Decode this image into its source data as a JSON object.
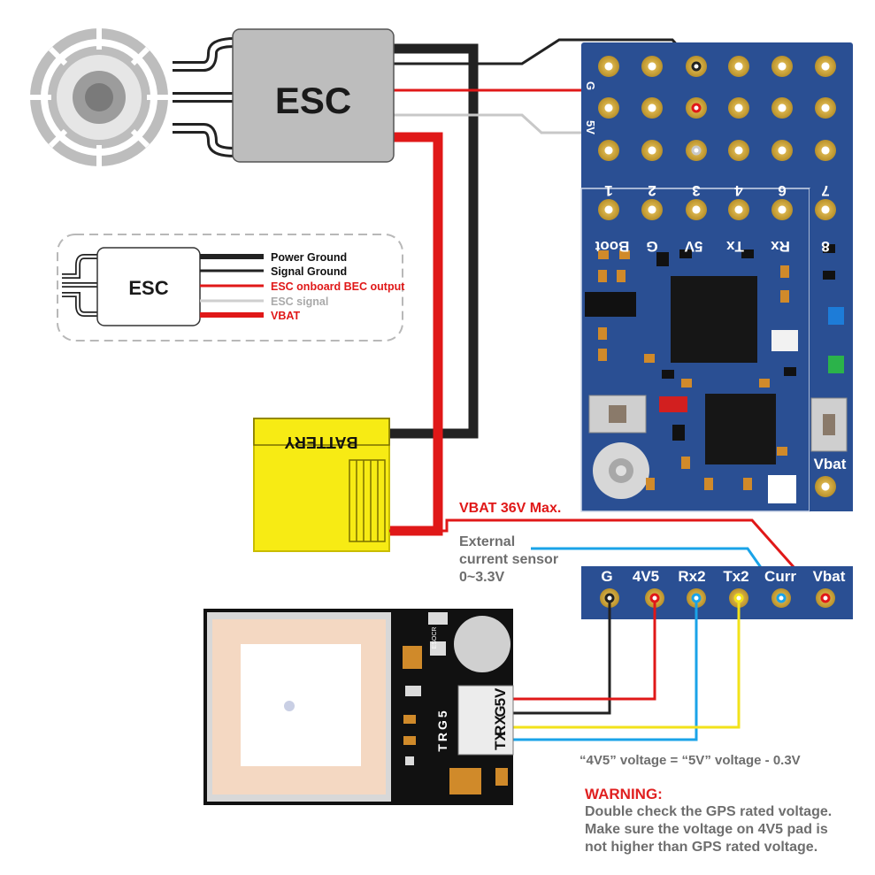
{
  "esc_main": {
    "label": "ESC"
  },
  "esc_legend": {
    "label": "ESC",
    "items": [
      {
        "text": "Power Ground",
        "color": "#111111"
      },
      {
        "text": "Signal Ground",
        "color": "#111111"
      },
      {
        "text": "ESC onboard BEC output",
        "color": "#e01818"
      },
      {
        "text": "ESC signal",
        "color": "#aaaaaa"
      },
      {
        "text": "VBAT",
        "color": "#e01818"
      }
    ]
  },
  "battery": {
    "label": "BATTERY"
  },
  "fc_board": {
    "pins_row_top_labels": [
      "1",
      "2",
      "3",
      "4",
      "6",
      "7"
    ],
    "pins_row_mid_labels": [
      "Boot",
      "G",
      "5V",
      "Tx",
      "Rx",
      "8"
    ],
    "side_label_g": "G",
    "side_label_5v": "5V",
    "vbat_label": "Vbat"
  },
  "bottom_header": {
    "labels": [
      "G",
      "4V5",
      "Rx2",
      "Tx2",
      "Curr",
      "Vbat"
    ]
  },
  "annotations": {
    "vbat_max": "VBAT  36V Max.",
    "ext_sensor_line1": "External",
    "ext_sensor_line2": "current sensor",
    "ext_sensor_line3": "0~3.3V"
  },
  "gps": {
    "chip_label": "TRG5",
    "connector_labels": [
      "5V",
      "G",
      "RX",
      "TX"
    ],
    "small_code": "ESOCR"
  },
  "formula": "“4V5” voltage = “5V” voltage - 0.3V",
  "warning": {
    "title": "WARNING:",
    "lines": [
      "Double check the GPS rated voltage.",
      "Make sure the voltage on 4V5 pad is",
      "not higher than GPS rated voltage."
    ]
  },
  "colors": {
    "wire_red": "#e01818",
    "wire_black": "#222222",
    "wire_blue": "#1aa3e8",
    "wire_yellow": "#f2e21a",
    "board_blue": "#2a4f93",
    "pad_gold": "#d8b24a",
    "battery_yellow": "#f7eb14",
    "esc_gray": "#bdbdbd"
  }
}
